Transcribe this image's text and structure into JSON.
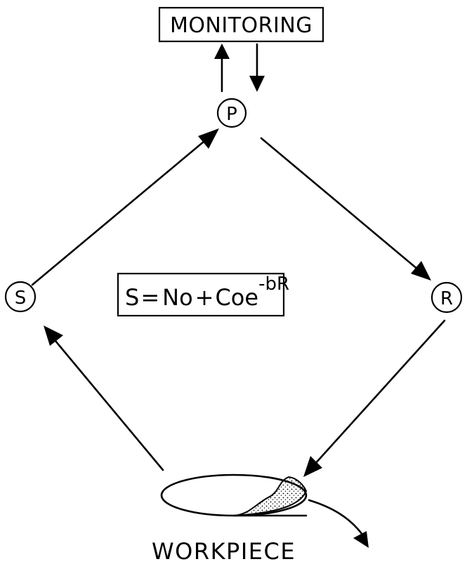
{
  "monitoring_label": "MONITORING",
  "nodes": {
    "p": "P",
    "s": "S",
    "r": "R"
  },
  "equation": {
    "lhs": "S",
    "eq": "=",
    "term1": "No",
    "plus": "+",
    "term2": "Coe",
    "exponent": "-bR"
  },
  "workpiece_label": "WORKPIECE"
}
